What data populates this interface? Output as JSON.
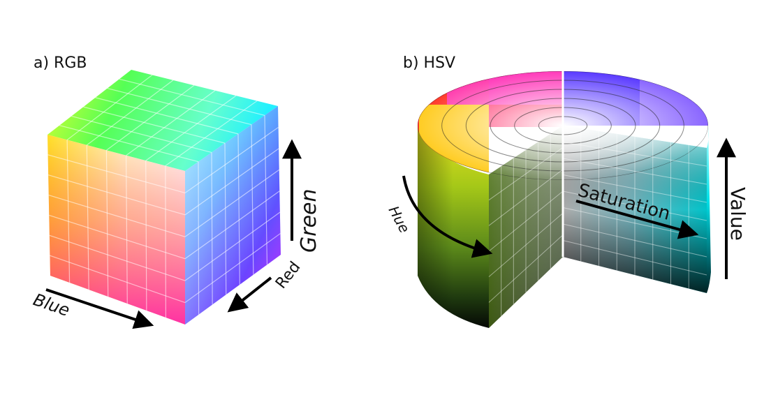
{
  "panels": {
    "rgb": {
      "label": "a) RGB",
      "axes": {
        "red": "Red",
        "green": "Green",
        "blue": "Blue"
      }
    },
    "hsv": {
      "label": "b) HSV",
      "axes": {
        "hue": "Hue",
        "saturation": "Saturation",
        "value": "Value"
      }
    }
  }
}
